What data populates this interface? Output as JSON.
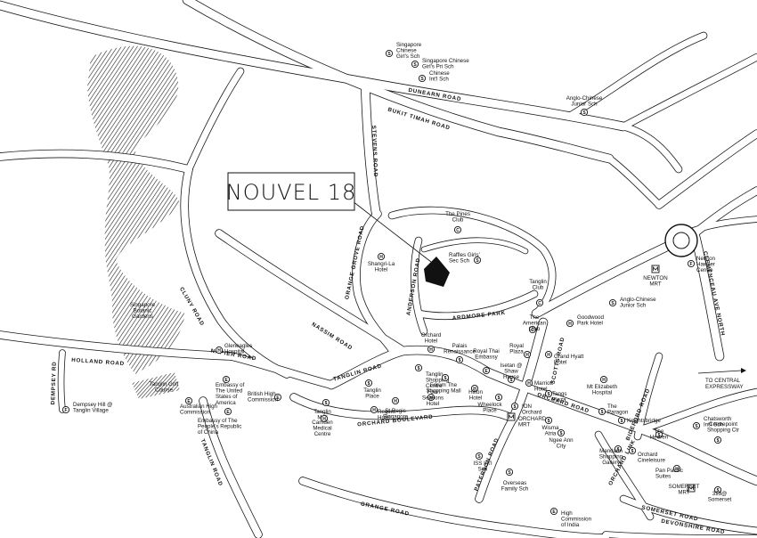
{
  "logo": {
    "text": "NOUVEL 18"
  },
  "roads": [
    {
      "id": "dunearn",
      "label": "DUNEARN ROAD"
    },
    {
      "id": "bukit-timah",
      "label": "BUKIT TIMAH ROAD"
    },
    {
      "id": "stevens",
      "label": "STEVENS ROAD"
    },
    {
      "id": "orange-grove",
      "label": "ORANGE GROVE ROAD"
    },
    {
      "id": "anderson",
      "label": "ANDERSON ROAD"
    },
    {
      "id": "ardmore",
      "label": "ARDMORE PARK"
    },
    {
      "id": "cluny",
      "label": "CLUNY ROAD"
    },
    {
      "id": "nassim",
      "label": "NASSIM ROAD"
    },
    {
      "id": "holland",
      "label": "HOLLAND ROAD"
    },
    {
      "id": "napier",
      "label": "NAPIER ROAD"
    },
    {
      "id": "tanglin",
      "label": "TANGLIN ROAD"
    },
    {
      "id": "tanglin-lower",
      "label": "TANGLIN ROAD"
    },
    {
      "id": "dempsey",
      "label": "DEMPSEY RD"
    },
    {
      "id": "orchard-blvd",
      "label": "ORCHARD BOULEVARD"
    },
    {
      "id": "orchard",
      "label": "ORCHARD ROAD"
    },
    {
      "id": "scotts",
      "label": "SCOTTS ROAD"
    },
    {
      "id": "paterson",
      "label": "PATERSON ROAD"
    },
    {
      "id": "grange",
      "label": "GRANGE ROAD"
    },
    {
      "id": "orchard-link",
      "label": "ORCHARD LINK"
    },
    {
      "id": "bideford",
      "label": "BIDEFORD ROAD"
    },
    {
      "id": "somerset",
      "label": "SOMERSET ROAD"
    },
    {
      "id": "devonshire",
      "label": "DEVONSHIRE ROAD"
    },
    {
      "id": "clemenceau",
      "label": "CLEMENCEAU AVE NORTH"
    }
  ],
  "expressway_note": [
    "TO CENTRAL",
    "EXPRESSWAY"
  ],
  "pois": [
    {
      "id": "singapore-chinese-girls",
      "lines": [
        "Singapore",
        "Chinese",
        "Girl's Sch"
      ],
      "icon": "school-icon",
      "glyph": "S"
    },
    {
      "id": "singapore-chinese-girls-pri",
      "lines": [
        "Singapore Chinese",
        "Girl's Pri Sch"
      ],
      "icon": "school-icon",
      "glyph": "S"
    },
    {
      "id": "chinese-intl",
      "lines": [
        "Chinese",
        "Int'l Sch"
      ],
      "icon": "school-icon",
      "glyph": "S"
    },
    {
      "id": "anglo-chinese-junior-top",
      "lines": [
        "Anglo-Chinese",
        "Junior Sch"
      ],
      "icon": "school-icon",
      "glyph": "S"
    },
    {
      "id": "pines-club",
      "lines": [
        "The Pines",
        "Club"
      ],
      "icon": "club-icon",
      "glyph": "C"
    },
    {
      "id": "raffles-girls",
      "lines": [
        "Raffles Girls'",
        "Sec Sch"
      ],
      "icon": "school-icon",
      "glyph": "S"
    },
    {
      "id": "shangri-la",
      "lines": [
        "Shangri-La",
        "Hotel"
      ],
      "icon": "hotel-icon",
      "glyph": "H"
    },
    {
      "id": "tanglin-club",
      "lines": [
        "Tanglin",
        "Club"
      ],
      "icon": "club-icon",
      "glyph": "C"
    },
    {
      "id": "botanic-gardens",
      "lines": [
        "Singapore",
        "Botanic",
        "Gardens"
      ],
      "icon": "",
      "glyph": ""
    },
    {
      "id": "gleneagles",
      "lines": [
        "Gleneagles",
        "Hospital"
      ],
      "icon": "hospital-icon",
      "glyph": "H"
    },
    {
      "id": "orchard-hotel",
      "lines": [
        "Orchard",
        "Hotel"
      ],
      "icon": "hotel-icon",
      "glyph": "H"
    },
    {
      "id": "palais",
      "lines": [
        "Palais",
        "Renaissance"
      ],
      "icon": "shopping-icon",
      "glyph": "$"
    },
    {
      "id": "royal-thai",
      "lines": [
        "Royal Thai",
        "Embassy"
      ],
      "icon": "embassy-icon",
      "glyph": "E"
    },
    {
      "id": "royal-plaza",
      "lines": [
        "Royal",
        "Plaza"
      ],
      "icon": "hotel-icon",
      "glyph": "H"
    },
    {
      "id": "american-club",
      "lines": [
        "The",
        "American",
        "Club"
      ],
      "icon": "club-icon",
      "glyph": "C"
    },
    {
      "id": "goodwood",
      "lines": [
        "Goodwood",
        "Park Hotel"
      ],
      "icon": "hotel-icon",
      "glyph": "H"
    },
    {
      "id": "anglo-chinese-junior",
      "lines": [
        "Anglo-Chinese",
        "Junior Sch"
      ],
      "icon": "school-icon",
      "glyph": "S"
    },
    {
      "id": "newton-mrt",
      "lines": [
        "NEWTON",
        "MRT"
      ],
      "icon": "mrt-icon",
      "glyph": ""
    },
    {
      "id": "newton-hawker",
      "lines": [
        "Newton",
        "Hawker",
        "Centre"
      ],
      "icon": "food-icon",
      "glyph": "F"
    },
    {
      "id": "tanglin-golf",
      "lines": [
        "Tanglin Golf",
        "Course"
      ],
      "icon": "",
      "glyph": ""
    },
    {
      "id": "us-embassy",
      "lines": [
        "Embassy of",
        "The United",
        "States of",
        "America"
      ],
      "icon": "embassy-icon",
      "glyph": "E"
    },
    {
      "id": "australian-hc",
      "lines": [
        "Australian High",
        "Commission"
      ],
      "icon": "embassy-icon",
      "glyph": "E"
    },
    {
      "id": "british-hc",
      "lines": [
        "British High",
        "Commission"
      ],
      "icon": "embassy-icon",
      "glyph": "E"
    },
    {
      "id": "china-embassy",
      "lines": [
        "Embassy of The",
        "People's Republic",
        "of China"
      ],
      "icon": "embassy-icon",
      "glyph": "E"
    },
    {
      "id": "dempsey-hill",
      "lines": [
        "Dempsey Hill @",
        "Tanglin Village"
      ],
      "icon": "food-icon",
      "glyph": "F"
    },
    {
      "id": "tanglin-mall",
      "lines": [
        "Tanglin",
        "Mall"
      ],
      "icon": "shopping-icon",
      "glyph": "$"
    },
    {
      "id": "tanglin-place",
      "lines": [
        "Tanglin",
        "Place"
      ],
      "icon": "shopping-icon",
      "glyph": "$"
    },
    {
      "id": "st-regis",
      "lines": [
        "St Regis",
        "Singapore"
      ],
      "icon": "hotel-icon",
      "glyph": "H"
    },
    {
      "id": "tanglin-shopping",
      "lines": [
        "Tanglin",
        "Shopping",
        "Centre"
      ],
      "icon": "shopping-icon",
      "glyph": "$"
    },
    {
      "id": "forum",
      "lines": [
        "Forum The",
        "Shopping Mall"
      ],
      "icon": "shopping-icon",
      "glyph": "$"
    },
    {
      "id": "four-seasons",
      "lines": [
        "Four",
        "Seasons",
        "Hotel"
      ],
      "icon": "hotel-icon",
      "glyph": "H"
    },
    {
      "id": "regent",
      "lines": [
        "Regent",
        "Hotel"
      ],
      "icon": "hotel-icon",
      "glyph": "H"
    },
    {
      "id": "camden",
      "lines": [
        "Camden",
        "Medical",
        "Centre"
      ],
      "icon": "hospital-icon",
      "glyph": "H"
    },
    {
      "id": "hilton",
      "lines": [
        "Hilton",
        "Hotel"
      ],
      "icon": "hotel-icon",
      "glyph": "H"
    },
    {
      "id": "wheelock",
      "lines": [
        "Wheelock",
        "Place"
      ],
      "icon": "shopping-icon",
      "glyph": "$"
    },
    {
      "id": "isetan",
      "lines": [
        "Isetan @",
        "Shaw",
        "House"
      ],
      "icon": "shopping-icon",
      "glyph": "$"
    },
    {
      "id": "grand-hyatt",
      "lines": [
        "Grand Hyatt",
        "Hotel"
      ],
      "icon": "hotel-icon",
      "glyph": "H"
    },
    {
      "id": "marriott",
      "lines": [
        "Marriott",
        "Hotel"
      ],
      "icon": "hotel-icon",
      "glyph": "H"
    },
    {
      "id": "tangs",
      "lines": [
        "Tangs",
        "Plaza"
      ],
      "icon": "shopping-icon",
      "glyph": "$"
    },
    {
      "id": "ion",
      "lines": [
        "ION",
        "Orchard"
      ],
      "icon": "shopping-icon",
      "glyph": "$"
    },
    {
      "id": "orchard-mrt",
      "lines": [
        "ORCHARD",
        "MRT"
      ],
      "icon": "mrt-icon",
      "glyph": ""
    },
    {
      "id": "wisma",
      "lines": [
        "Wisma",
        "Atria"
      ],
      "icon": "shopping-icon",
      "glyph": "$"
    },
    {
      "id": "ngee-ann",
      "lines": [
        "Ngee Ann",
        "City"
      ],
      "icon": "shopping-icon",
      "glyph": "$"
    },
    {
      "id": "mt-elizabeth",
      "lines": [
        "Mt Elizabeth",
        "Hospital"
      ],
      "icon": "hospital-icon",
      "glyph": "H"
    },
    {
      "id": "paragon",
      "lines": [
        "The",
        "Paragon"
      ],
      "icon": "shopping-icon",
      "glyph": "$"
    },
    {
      "id": "knightsbridge",
      "lines": [
        "Knightsbridge"
      ],
      "icon": "shopping-icon",
      "glyph": "$"
    },
    {
      "id": "heeren",
      "lines": [
        "The",
        "Heeren"
      ],
      "icon": "shopping-icon",
      "glyph": "$"
    },
    {
      "id": "mandarin",
      "lines": [
        "Mandarin",
        "Shopping",
        "Gallery"
      ],
      "icon": "shopping-icon",
      "glyph": "$"
    },
    {
      "id": "cineleisure",
      "lines": [
        "Orchard",
        "Cineleisure"
      ],
      "icon": "shopping-icon",
      "glyph": "$"
    },
    {
      "id": "chatsworth",
      "lines": [
        "Chatsworth",
        "Int'l Sch"
      ],
      "icon": "school-icon",
      "glyph": "S"
    },
    {
      "id": "centrepoint",
      "lines": [
        "Centrepoint",
        "Shopping Ctr"
      ],
      "icon": "shopping-icon",
      "glyph": "$"
    },
    {
      "id": "pan-pacific",
      "lines": [
        "Pan Pacific",
        "Suites"
      ],
      "icon": "hotel-icon",
      "glyph": "H"
    },
    {
      "id": "somerset-mrt",
      "lines": [
        "SOMERSET",
        "MRT"
      ],
      "icon": "mrt-icon",
      "glyph": ""
    },
    {
      "id": "313-somerset",
      "lines": [
        "313@",
        "Somerset"
      ],
      "icon": "shopping-icon",
      "glyph": "$"
    },
    {
      "id": "iss",
      "lines": [
        "ISS Int'l",
        "Sch"
      ],
      "icon": "school-icon",
      "glyph": "S"
    },
    {
      "id": "overseas-family",
      "lines": [
        "Overseas",
        "Family Sch"
      ],
      "icon": "school-icon",
      "glyph": "S"
    },
    {
      "id": "high-comm-india",
      "lines": [
        "High",
        "Commission",
        "of India"
      ],
      "icon": "embassy-icon",
      "glyph": "E"
    }
  ]
}
